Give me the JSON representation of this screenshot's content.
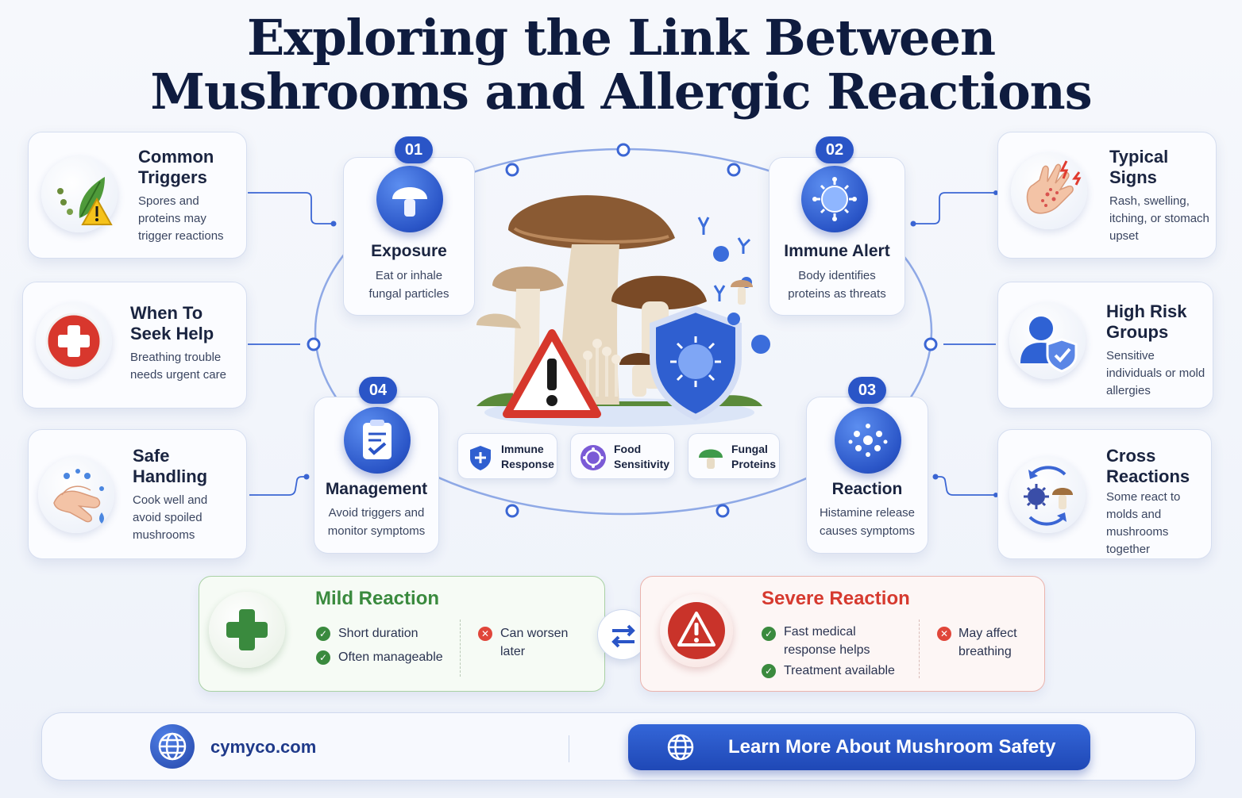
{
  "title_line1": "Exploring the Link Between",
  "title_line2": "Mushrooms and Allergic Reactions",
  "left_cards": [
    {
      "title": "Common Triggers",
      "desc": "Spores and proteins may trigger reactions",
      "icon": "leaf-warning-icon"
    },
    {
      "title": "When To Seek Help",
      "desc": "Breathing trouble needs urgent care",
      "icon": "medical-cross-icon"
    },
    {
      "title": "Safe Handling",
      "desc": "Cook well and avoid spoiled mushrooms",
      "icon": "hand-washing-icon"
    }
  ],
  "right_cards": [
    {
      "title": "Typical Signs",
      "desc": "Rash, swelling, itching, or stomach upset",
      "icon": "rash-hand-icon"
    },
    {
      "title": "High Risk Groups",
      "desc": "Sensitive individuals or mold allergies",
      "icon": "person-shield-icon"
    },
    {
      "title": "Cross Reactions",
      "desc": "Some react to molds and mushrooms together",
      "icon": "mold-mushroom-cycle-icon"
    }
  ],
  "steps": [
    {
      "num": "01",
      "title": "Exposure",
      "desc": "Eat or inhale fungal particles",
      "icon": "mushroom-icon"
    },
    {
      "num": "02",
      "title": "Immune Alert",
      "desc": "Body identifies proteins as threats",
      "icon": "virus-icon"
    },
    {
      "num": "03",
      "title": "Reaction",
      "desc": "Histamine release causes symptoms",
      "icon": "particles-icon"
    },
    {
      "num": "04",
      "title": "Management",
      "desc": "Avoid triggers and monitor symptoms",
      "icon": "clipboard-icon"
    }
  ],
  "chips": [
    {
      "label1": "Immune",
      "label2": "Response",
      "icon": "shield-icon"
    },
    {
      "label1": "Food",
      "label2": "Sensitivity",
      "icon": "sensitivity-icon"
    },
    {
      "label1": "Fungal",
      "label2": "Proteins",
      "icon": "small-mushroom-icon"
    }
  ],
  "mild": {
    "title": "Mild Reaction",
    "good": [
      "Short duration",
      "Often manageable"
    ],
    "bad": "Can worsen later"
  },
  "severe": {
    "title": "Severe Reaction",
    "good": [
      "Fast medical response helps",
      "Treatment available"
    ],
    "bad": "May affect breathing"
  },
  "footer": {
    "site": "cymyco.com",
    "cta": "Learn More About Mushroom Safety"
  },
  "colors": {
    "primary": "#2a55c7",
    "mild": "#3a8a3e",
    "severe": "#d63a2f",
    "title": "#0f1c3f"
  }
}
